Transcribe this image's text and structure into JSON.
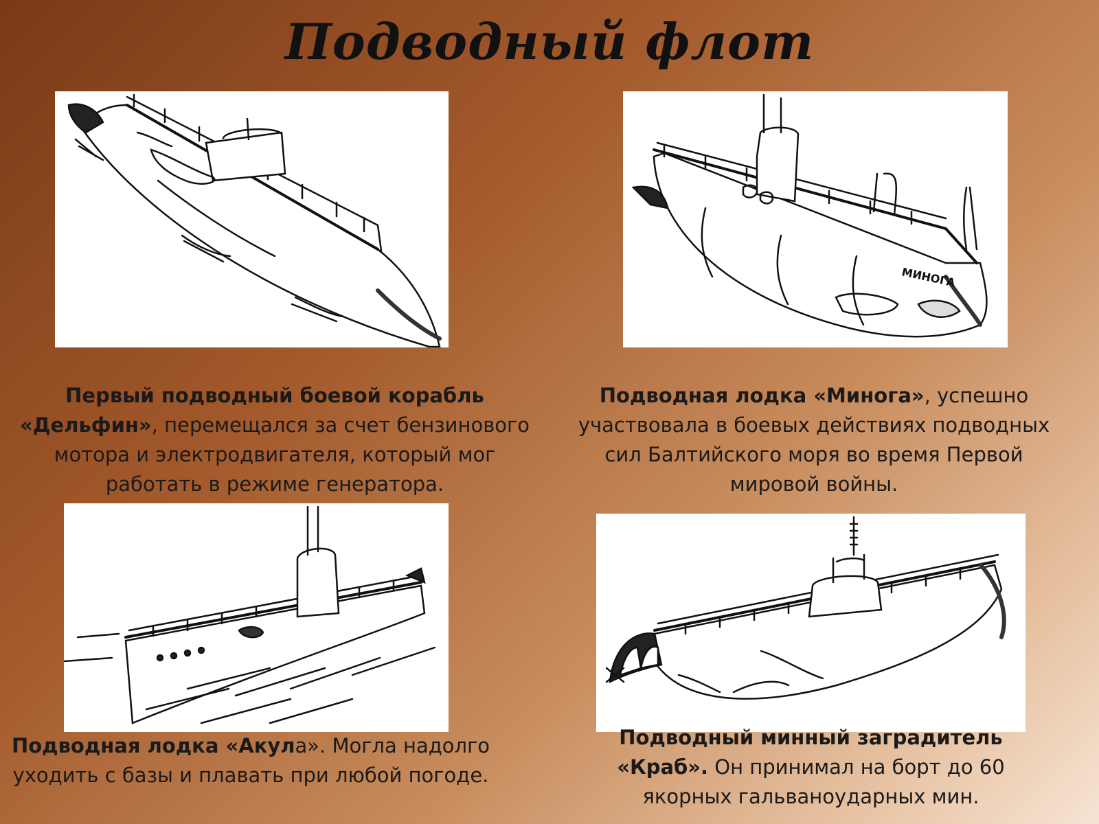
{
  "title": "Подводный флот",
  "cards": [
    {
      "name": "delfin",
      "image": "submarine-delfin-drawing",
      "caption_bold": "Первый подводный боевой корабль «Дельфин»",
      "caption_rest": ", перемещался за счет бензинового мотора и электродвигателя, который мог работать в режиме генератора."
    },
    {
      "name": "minoga",
      "image": "submarine-minoga-drawing",
      "hull_lettering": "МИНОГА",
      "caption_bold": "Подводная лодка «Минога»",
      "caption_rest": ", успешно участвовала в боевых действиях подводных сил Балтийского моря во время Первой мировой войны."
    },
    {
      "name": "akula",
      "image": "submarine-akula-drawing",
      "caption_bold": "Подводная лодка «Акул",
      "caption_rest": "а». Могла надолго уходить с базы и плавать при любой погоде."
    },
    {
      "name": "krab",
      "image": "submarine-krab-drawing",
      "caption_bold": "Подводный минный заградитель «Краб».",
      "caption_rest": " Он принимал на борт до 60 якорных гальваноударных мин."
    }
  ]
}
